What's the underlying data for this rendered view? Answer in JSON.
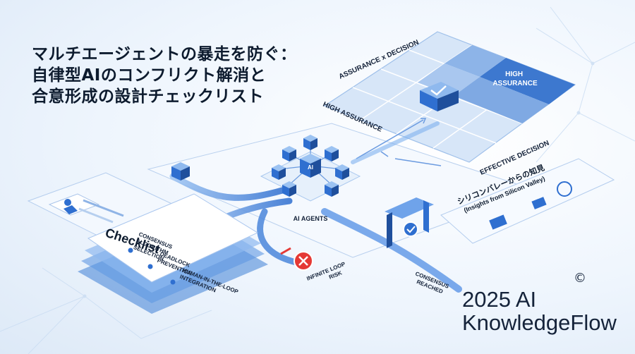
{
  "title": {
    "line1": "マルチエージェントの暴走を防ぐ：",
    "line2": "自律型AIのコンフリクト解消と",
    "line3": "合意形成の設計チェックリスト"
  },
  "matrix": {
    "top_label": "ASSURANCE x DECISION",
    "high_cell_line1": "HIGH",
    "high_cell_line2": "ASSURANCE",
    "left_label": "HIGH ASSURANCE",
    "bottom_label": "EFFECTIVE DECISION"
  },
  "hub": {
    "core_label": "AI",
    "caption": "AI AGENTS"
  },
  "checklist": {
    "heading": "Checklist",
    "items": [
      {
        "line1": "CONSENSUS",
        "line2": "ALGORITHM",
        "line3": "SELECTION"
      },
      {
        "line1": "DEADLOCK",
        "line2": "PREVENTION"
      },
      {
        "line1": "HUMAN-IN-THE-LOOP",
        "line2": "INTEGRATION"
      }
    ]
  },
  "risk": {
    "line1": "INFINITE LOOP",
    "line2": "RISK"
  },
  "consensus": {
    "line1": "CONSENSUS",
    "line2": "REACHED"
  },
  "insights": {
    "line1": "シリコンバレーからの知見",
    "line2": "(Insights from Silicon Valley)"
  },
  "brand": {
    "copyright": "©",
    "line1": "2025 AI",
    "line2": "KnowledgeFlow"
  },
  "colors": {
    "accent": "#2f6fd0",
    "dark_blue": "#1f4f9c",
    "risk_red": "#e53935",
    "text": "#0d1b2e"
  }
}
